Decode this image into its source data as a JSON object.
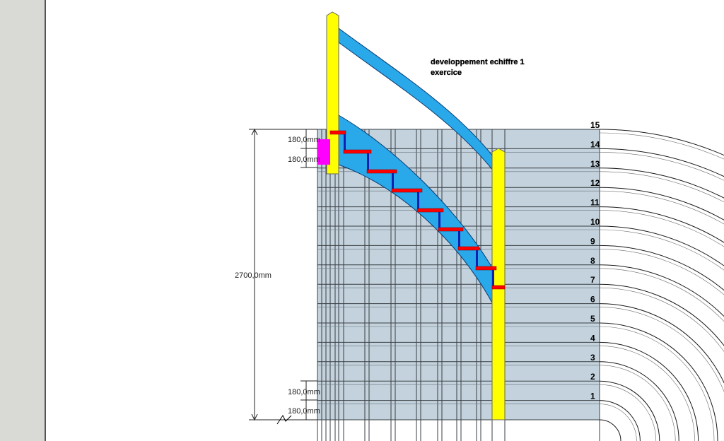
{
  "title": {
    "line1": "developpement echiffre 1",
    "line2": "exercice"
  },
  "dimensions": {
    "total_height": "2700,0mm",
    "top_step_1": "180,0mm",
    "top_step_2": "180,0mm",
    "bottom_step_1": "180,0mm",
    "bottom_step_2": "180,0mm"
  },
  "step_numbers": [
    "15",
    "14",
    "13",
    "12",
    "11",
    "10",
    "9",
    "8",
    "7",
    "6",
    "5",
    "4",
    "3",
    "2",
    "1"
  ],
  "colors": {
    "grid_fill": "#c3d2dc",
    "stringer_blue": "#29a8ea",
    "post_yellow": "#ffff00",
    "tread_red": "#ff0000",
    "riser_blue": "#1020b0",
    "magenta": "#ff00ff",
    "panel_gray": "#d9d9d6"
  }
}
